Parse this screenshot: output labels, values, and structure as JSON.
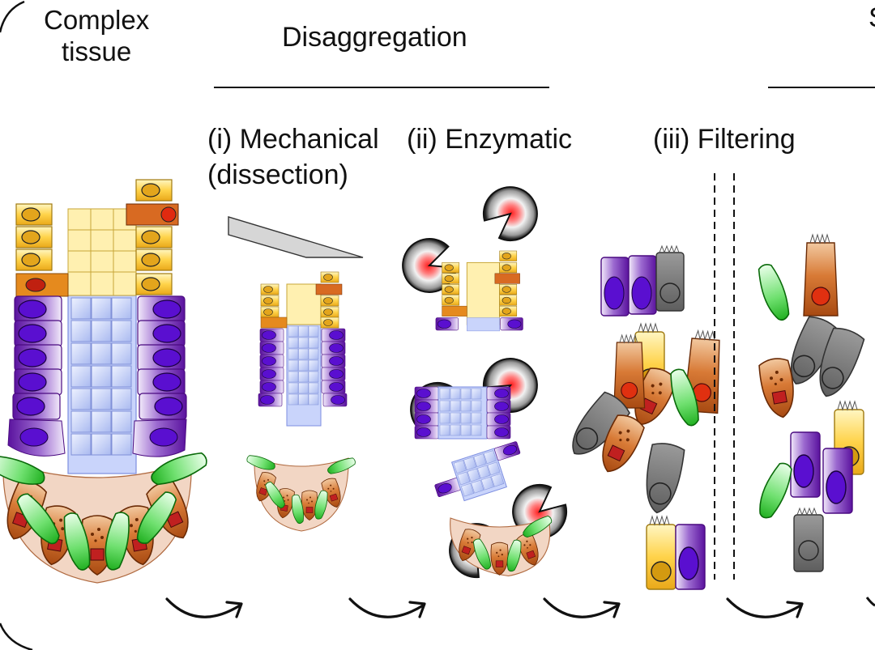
{
  "labels": {
    "complex_tissue": "Complex\ntissue",
    "disaggregation": "Disaggregation",
    "mechanical_line1": "(i) Mechanical",
    "mechanical_line2": "(dissection)",
    "enzymatic": "(ii) Enzymatic",
    "filtering": "(iii) Filtering",
    "clipped_right": "S"
  },
  "colors": {
    "paneth": "#e8a020",
    "enterocyte": "#6a1fb0",
    "goblet": "#c86a2a",
    "stem": "#3cc83c",
    "lumen": "#b9c8f5",
    "other": "#707070"
  },
  "icons": [
    "curved-arrow-icon",
    "scalpel-blade-icon",
    "pacman-enzyme-icon",
    "filter-dashed-line-icon"
  ]
}
